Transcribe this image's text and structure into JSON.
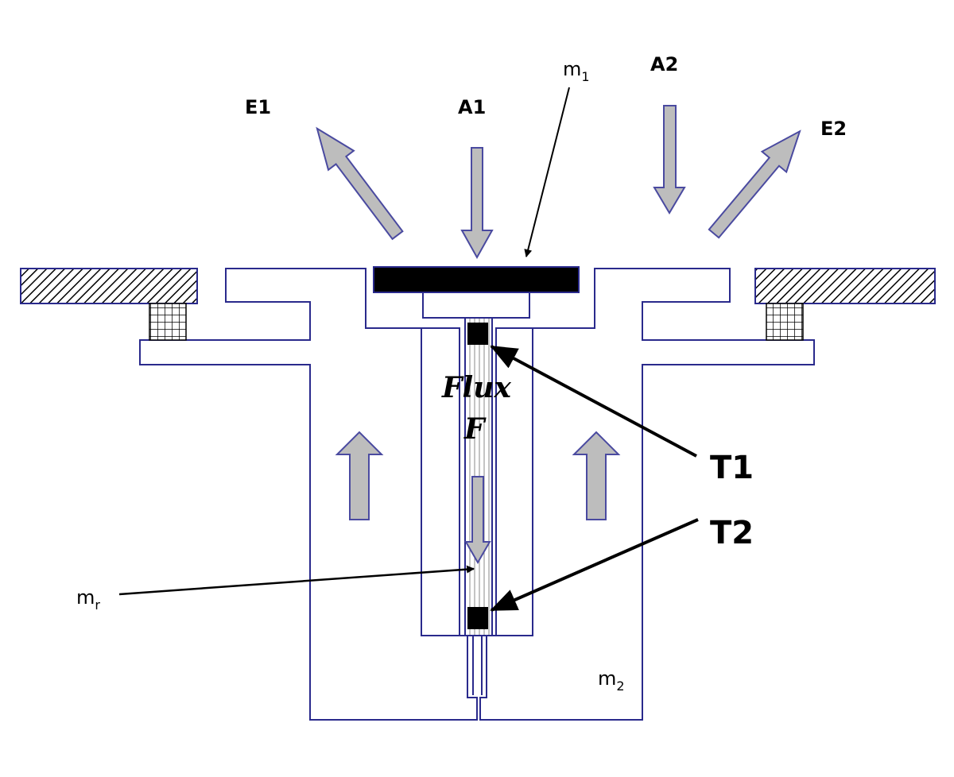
{
  "labels": {
    "e1": "E1",
    "a1": "A1",
    "a2": "A2",
    "e2": "E2",
    "m1_base": "m",
    "m1_sub": "1",
    "m2_base": "m",
    "m2_sub": "2",
    "mr_base": "m",
    "mr_sub": "r",
    "flux": "Flux",
    "flux_f": "F",
    "t1": "T1",
    "t2": "T2"
  },
  "colors": {
    "outline": "#2a2a8c",
    "arrow_fill": "#bdbdbd",
    "arrow_stroke": "#4a4aa0",
    "sample_plate": "#000000"
  }
}
